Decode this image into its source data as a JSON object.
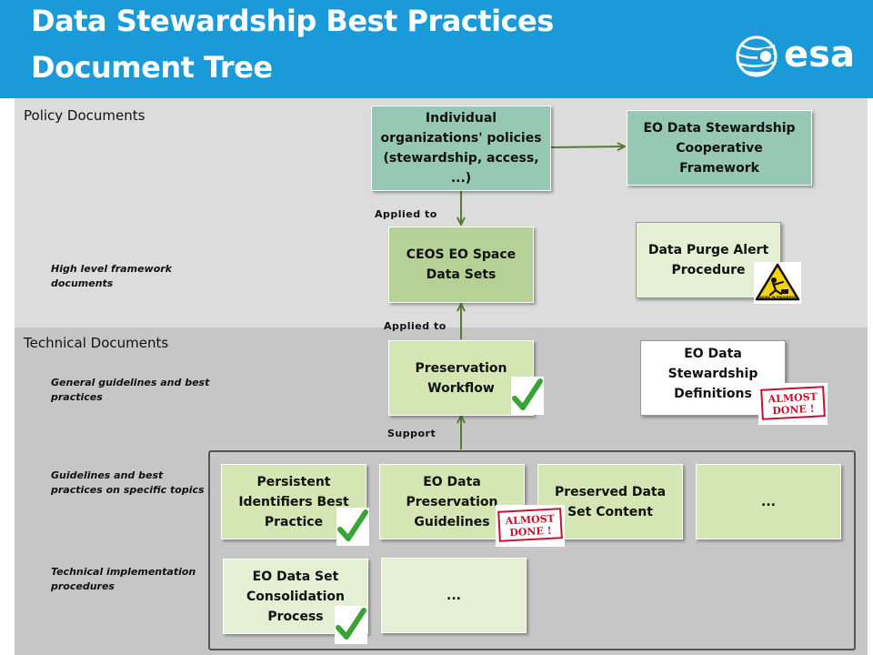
{
  "header": {
    "title_line1": "Data Stewardship Best Practices",
    "title_line2": "Document Tree",
    "logo_text": "esa"
  },
  "sections": {
    "policy": "Policy Documents",
    "technical": "Technical Documents"
  },
  "levels": {
    "high_level": "High level framework documents",
    "general": "General guidelines and best practices",
    "specific": "Guidelines  and best practices on specific topics",
    "implementation": "Technical implementation procedures"
  },
  "boxes": {
    "individual_policies": "Individual organizations' policies (stewardship, access, ...)",
    "cooperative_framework": "EO Data Stewardship Cooperative Framework",
    "ceos_datasets": "CEOS EO Space Data Sets",
    "purge_alert": "Data Purge Alert Procedure",
    "preservation_workflow": "Preservation Workflow",
    "stewardship_definitions": "EO Data Stewardship Definitions",
    "persistent_identifiers": "Persistent Identifiers Best Practice",
    "preservation_guidelines": "EO Data Preservation Guidelines",
    "preserved_content": "Preserved Data Set Content",
    "more_topics": "...",
    "consolidation_process": "EO Data Set Consolidation Process",
    "more_procedures": "..."
  },
  "arrow_labels": {
    "applied_to_1": "Applied  to",
    "applied_to_2": "Applied  to",
    "support": "Support"
  },
  "status_icons": {
    "done": "check-mark",
    "almost_done_label": "ALMOST DONE !",
    "work_in_progress_label": "WORK IN PROGRESS"
  },
  "colors": {
    "header_blue": "#1a9ad9",
    "policy_band": "#dcdcdc",
    "technical_band": "#c6c6c6",
    "teal_box": "#97c8b5",
    "olive_box": "#b6d195",
    "light_green_box": "#d3e6b3",
    "arrow": "#5a7a32",
    "check_green": "#3aa335",
    "stamp_red": "#c8102e"
  }
}
